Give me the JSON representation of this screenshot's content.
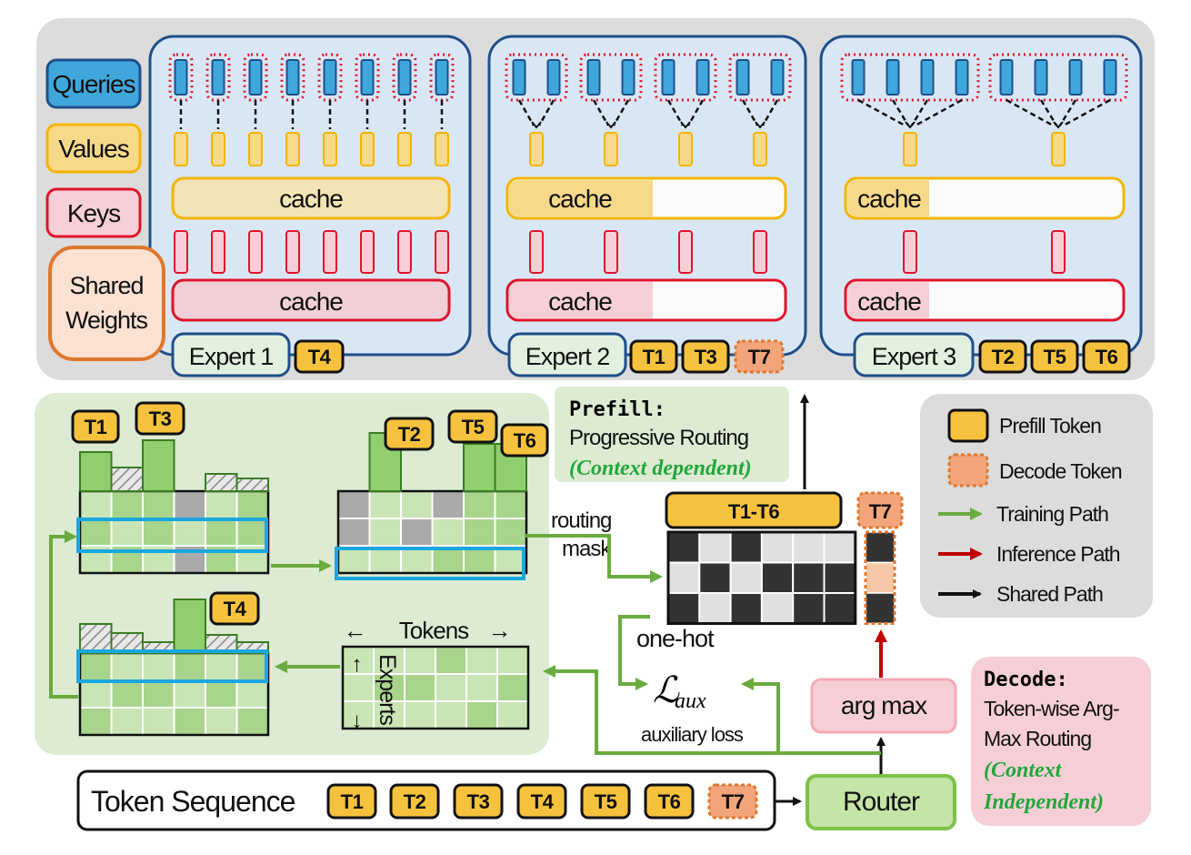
{
  "legend_top": {
    "queries": "Queries",
    "values": "Values",
    "keys": "Keys",
    "shared_line1": "Shared",
    "shared_line2": "Weights"
  },
  "experts": [
    {
      "name": "Expert 1",
      "cache": "cache",
      "tokens": [
        "T4"
      ]
    },
    {
      "name": "Expert 2",
      "cache": "cache",
      "tokens": [
        "T1",
        "T3"
      ],
      "decode_token": "T7"
    },
    {
      "name": "Expert 3",
      "cache": "cache",
      "tokens": [
        "T2",
        "T5",
        "T6"
      ]
    }
  ],
  "training": {
    "grid1_tokens": [
      "T1",
      "T3"
    ],
    "grid2_tokens": [
      "T2",
      "T5",
      "T6"
    ],
    "grid3_tokens": [
      "T4"
    ],
    "tokens_axis": "Tokens",
    "experts_axis": "Experts",
    "arrow_left": "←",
    "arrow_right": "→",
    "arrow_up": "↑",
    "arrow_down": "↓"
  },
  "prefill": {
    "title": "Prefill:",
    "line1": "Progressive Routing",
    "line2": "(Context dependent)"
  },
  "routing": {
    "mask_line1": "routing",
    "mask_line2": "mask",
    "prefill_tokens": "T1-T6",
    "decode_token": "T7",
    "onehot": "one-hot",
    "aux_symbol": "ℒ",
    "aux_sub": "aux",
    "aux_label": "auxiliary loss",
    "argmax": "arg max"
  },
  "legend_right": {
    "prefill_token": "Prefill Token",
    "decode_token": "Decode Token",
    "training_path": "Training Path",
    "inference_path": "Inference Path",
    "shared_path": "Shared Path"
  },
  "decode": {
    "title": "Decode:",
    "line1": "Token-wise Arg-",
    "line2": "Max Routing",
    "line3": "(Context",
    "line4": "Independent)"
  },
  "sequence": {
    "label": "Token Sequence",
    "tokens": [
      "T1",
      "T2",
      "T3",
      "T4",
      "T5",
      "T6"
    ],
    "decode_token": "T7",
    "router": "Router"
  },
  "colors": {
    "query_fill": "#3fa7dc",
    "value_fill": "#f7d98a",
    "key_fill": "#f6cfd6",
    "expert_panel": "#d9e7f5",
    "training_green": "#6aab3f",
    "inference_red": "#c00000",
    "token_yellow": "#f6c23e",
    "decode_orange": "#f2a57a"
  }
}
